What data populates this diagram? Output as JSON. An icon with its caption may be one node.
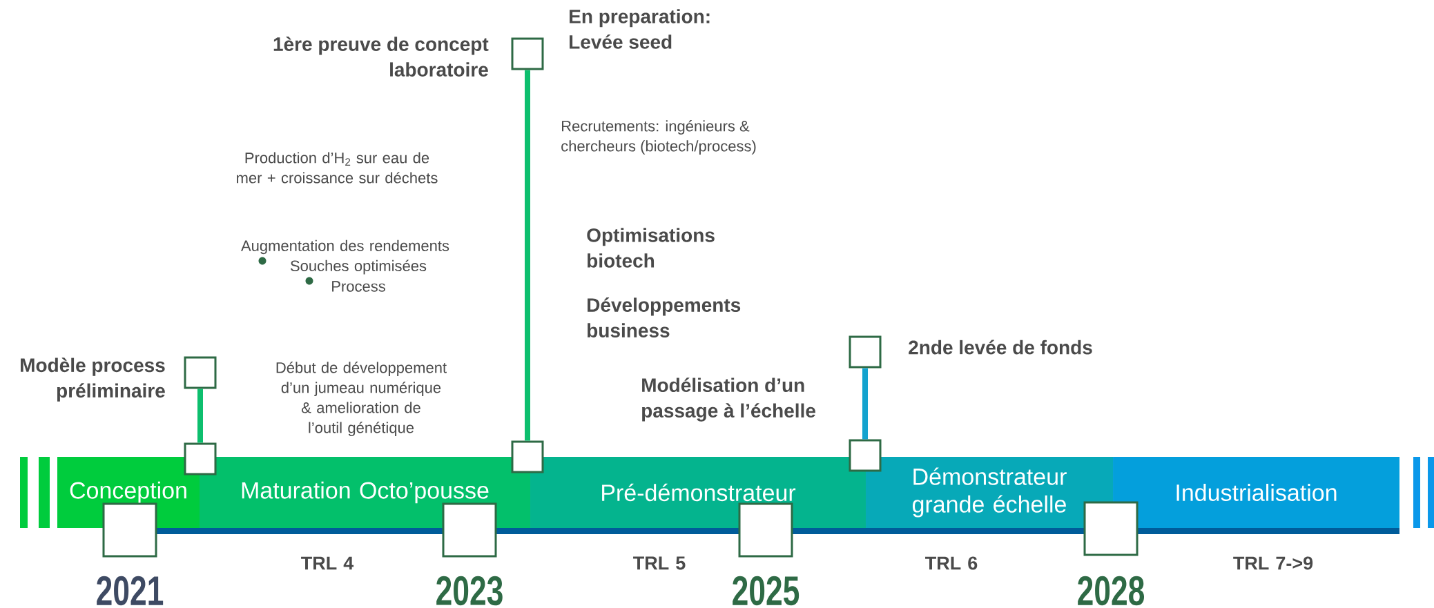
{
  "diagram": {
    "nodes": [
      {
        "text": [],
        "shape": "box",
        "beside": [
          "Modèle process préliminaire"
        ]
      },
      {
        "text": [],
        "shape": "box"
      },
      {
        "text": [],
        "shape": "box",
        "beside": [
          "1ère preuve de concept laboratoire",
          "En preparation: Levée seed"
        ]
      },
      {
        "text": [],
        "shape": "box"
      },
      {
        "text": [],
        "shape": "box",
        "beside": [
          "2nde levée de fonds"
        ]
      },
      {
        "text": [],
        "shape": "box"
      },
      {
        "text": [
          "Conception"
        ]
      },
      {
        "text": [
          "Maturation Octo’pousse"
        ]
      },
      {
        "text": [
          "Pré-démonstrateur"
        ]
      },
      {
        "text": [
          "Démonstrateur grande échelle"
        ]
      },
      {
        "text": [
          "Industrialisation"
        ]
      },
      {
        "text": [],
        "shape": "box"
      },
      {
        "text": [],
        "shape": "box"
      },
      {
        "text": [],
        "shape": "box"
      },
      {
        "text": [],
        "shape": "box"
      }
    ],
    "edges": [
      {
        "from": 0,
        "to": 1,
        "arrow": "none"
      },
      {
        "from": 2,
        "to": 3,
        "arrow": "none"
      },
      {
        "from": 4,
        "to": 5,
        "arrow": "none",
        "color": "#13a3cf"
      }
    ],
    "labels": [
      "Production d’H$_{2}$ sur eau de mer + croissance sur déchets",
      "Augmentation des rendements",
      "Souches optimisées",
      "Process",
      "Début de développement d’un jumeau numérique & amelioration de l’outil génétique",
      "Recrutements: ingénieurs & chercheurs (biotech/process)",
      "Optimisations biotech",
      "Développements business",
      "Modélisation d’un passage à l’échelle",
      "TRL 4",
      "TRL 5",
      "TRL 6",
      "TRL 7->9",
      "2021",
      "2023",
      "2025",
      "2028"
    ]
  }
}
